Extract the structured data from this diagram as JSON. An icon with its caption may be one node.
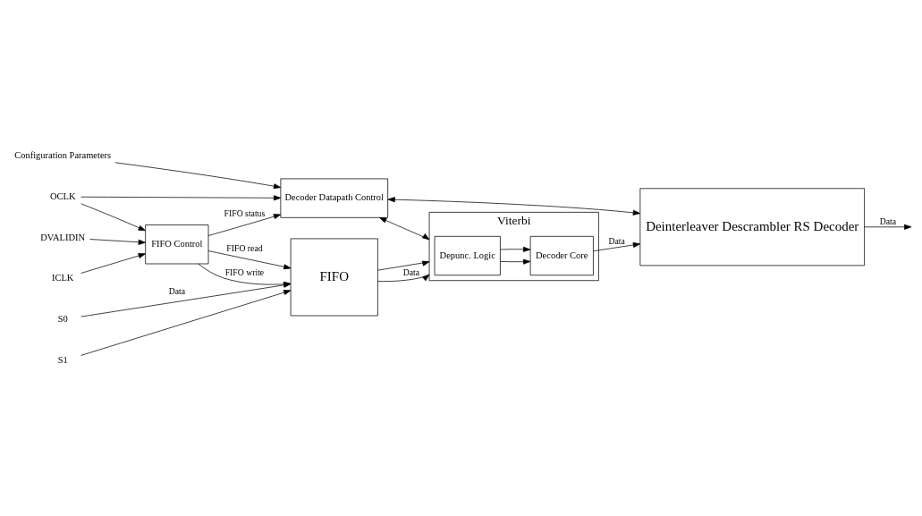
{
  "diagram": {
    "nodes": [
      {
        "text": [
          "OCLK"
        ]
      },
      {
        "text": [
          "ICLK"
        ]
      },
      {
        "text": [
          "DVALIDIN"
        ]
      },
      {
        "text": [
          "Configuration Parameters"
        ]
      },
      {
        "text": [
          "FIFO Control"
        ]
      },
      {
        "text": [
          "Decoder Datapath Control"
        ]
      },
      {
        "text": [
          "FIFO"
        ]
      },
      {
        "text": [
          "Viterbi"
        ]
      },
      {
        "text": [
          "Depunc. Logic"
        ],
        "in": 7
      },
      {
        "text": [
          "Decoder Core"
        ],
        "in": 7
      },
      {
        "text": [
          "Deinterleaver Descrambler RS Decoder"
        ]
      },
      {
        "text": [
          "S0"
        ]
      },
      {
        "text": [
          "S1"
        ]
      }
    ],
    "edges": [
      {
        "from": 0,
        "to": 4,
        "arrow": "to"
      },
      {
        "from": 0,
        "to": 5,
        "arrow": "to"
      },
      {
        "from": 1,
        "to": 4,
        "arrow": "to"
      },
      {
        "from": 2,
        "to": 4,
        "arrow": "to"
      },
      {
        "from": 3,
        "to": 5,
        "arrow": "to"
      },
      {
        "from": 4,
        "to": 5,
        "arrow": "to",
        "label": "FIFO status"
      },
      {
        "from": 4,
        "to": 6,
        "arrow": "to",
        "label": "FIFO write"
      },
      {
        "from": 4,
        "to": 6,
        "arrow": "to",
        "label": "FIFO read"
      },
      {
        "from": 5,
        "to": 7,
        "arrow": "both"
      },
      {
        "from": 5,
        "to": 10,
        "arrow": "both"
      },
      {
        "from": 11,
        "to": 6,
        "arrow": "to",
        "label": "Data"
      },
      {
        "from": 12,
        "to": 6,
        "arrow": "to"
      },
      {
        "from": 6,
        "to": 7,
        "arrow": "to",
        "label": "Data"
      },
      {
        "from": 6,
        "to": 7,
        "arrow": "to"
      },
      {
        "from": 8,
        "to": 9,
        "arrow": "to"
      },
      {
        "from": 8,
        "to": 9,
        "arrow": "to"
      },
      {
        "from": 9,
        "to": 10,
        "arrow": "to",
        "label": "Data"
      },
      {
        "from": 10,
        "to": null,
        "arrow": "to",
        "label": "Data"
      }
    ]
  }
}
